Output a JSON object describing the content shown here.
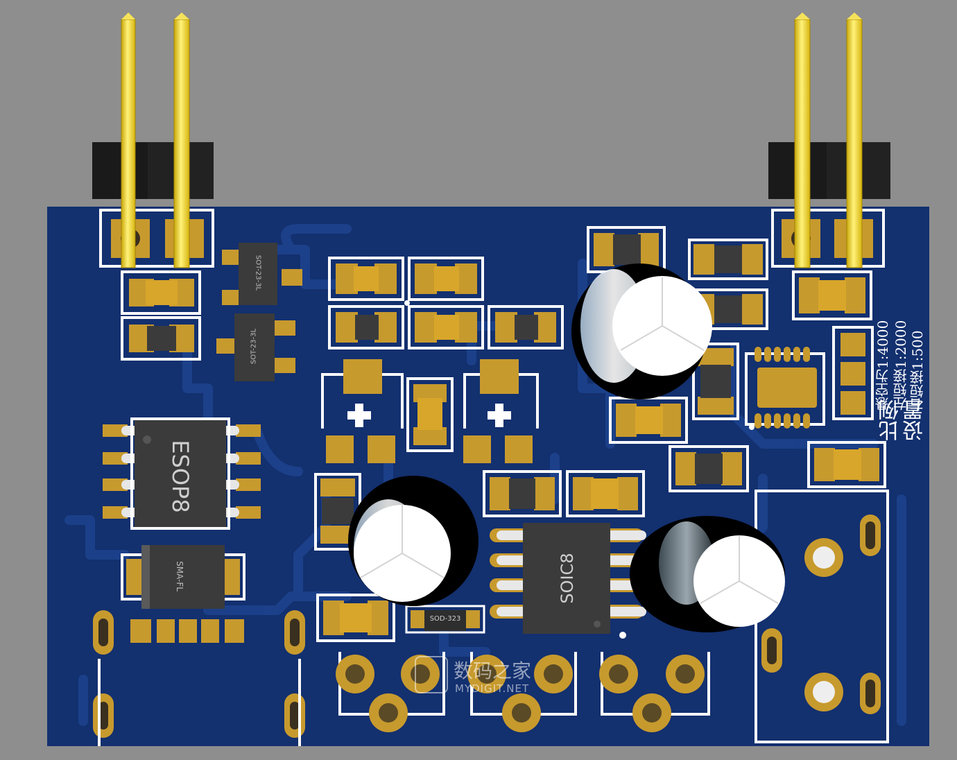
{
  "colors": {
    "background": "#8e8e8e",
    "board": "#13306f",
    "trace": "#1c3f88",
    "pad_gold": "#c79a2e",
    "pin_yellow": "#f0d21e",
    "silkscreen": "#ffffff",
    "chip_body": "#3b3b3b",
    "header_body": "#222222"
  },
  "chips": {
    "esop8": "ESOP8",
    "soic8": "SOIC8",
    "sma_fl": "SMA-FL",
    "sot_a": "SOT-23-3L",
    "sot_b": "SOT-23-3L",
    "sod": "SOD-323"
  },
  "silkscreen": {
    "ratio_col1": "比例",
    "ratio_col2": "设置",
    "ratio_open": "悬空为1:4000",
    "ratio_left": "左短接1:2000",
    "ratio_right": "右短接1:500"
  },
  "watermark": {
    "cn": "数码之家",
    "en": "MYDIGIT.NET"
  }
}
